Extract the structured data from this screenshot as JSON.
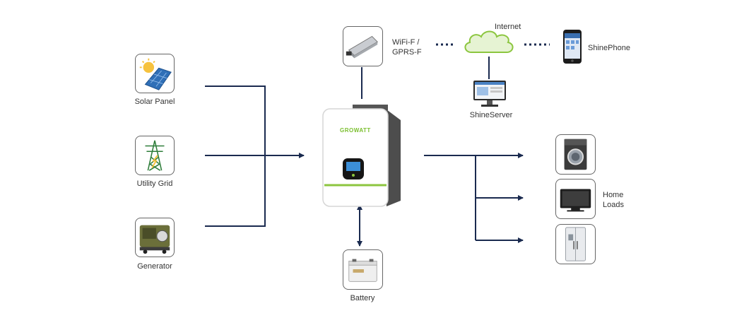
{
  "sources": {
    "solar": "Solar Panel",
    "grid": "Utility Grid",
    "generator": "Generator"
  },
  "comm": {
    "wifi_line1": "WiFi-F /",
    "wifi_line2": "GPRS-F",
    "internet": "Internet",
    "phone": "ShinePhone",
    "server": "ShineServer"
  },
  "inverter": {
    "brand": "GROWATT"
  },
  "battery": "Battery",
  "loads": {
    "line1": "Home",
    "line2": "Loads"
  },
  "colors": {
    "wire": "#1a2a4f",
    "accent": "#8cc63f",
    "frame": "#666666"
  }
}
